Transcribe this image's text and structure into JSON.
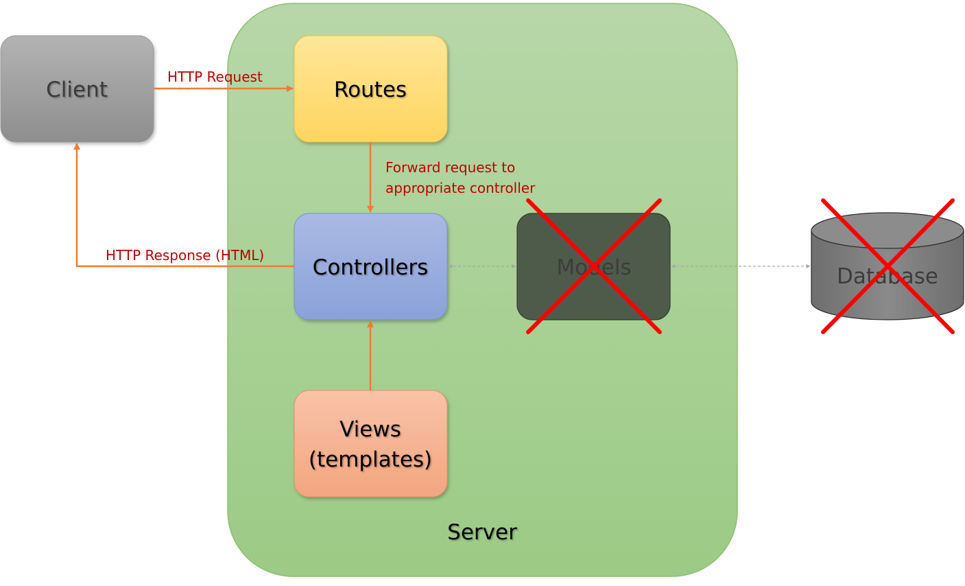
{
  "nodes": {
    "server": {
      "label": "Server"
    },
    "client": {
      "label": "Client"
    },
    "routes": {
      "label": "Routes"
    },
    "controllers": {
      "label": "Controllers"
    },
    "views": {
      "label_line1": "Views",
      "label_line2": "(templates)"
    },
    "models": {
      "label": "Models",
      "crossed_out": true
    },
    "database": {
      "label": "Database",
      "crossed_out": true
    }
  },
  "edges": {
    "http_request": {
      "label": "HTTP Request"
    },
    "forward": {
      "label_line1": "Forward request to",
      "label_line2": "appropriate controller"
    },
    "http_response": {
      "label": "HTTP Response (HTML)"
    }
  },
  "colors": {
    "server_fill": "#a9d18e",
    "client_fill": "#a6a6a6",
    "routes_fill": "#ffd966",
    "controllers_fill": "#8faadc",
    "views_fill": "#f4b183",
    "models_fill": "#4e5b4a",
    "database_fill": "#7f7f7f",
    "arrow": "#ed7d31",
    "edge_label": "#c00000",
    "cross": "#ff0000",
    "dashed_arrow": "#a6a6a6"
  }
}
